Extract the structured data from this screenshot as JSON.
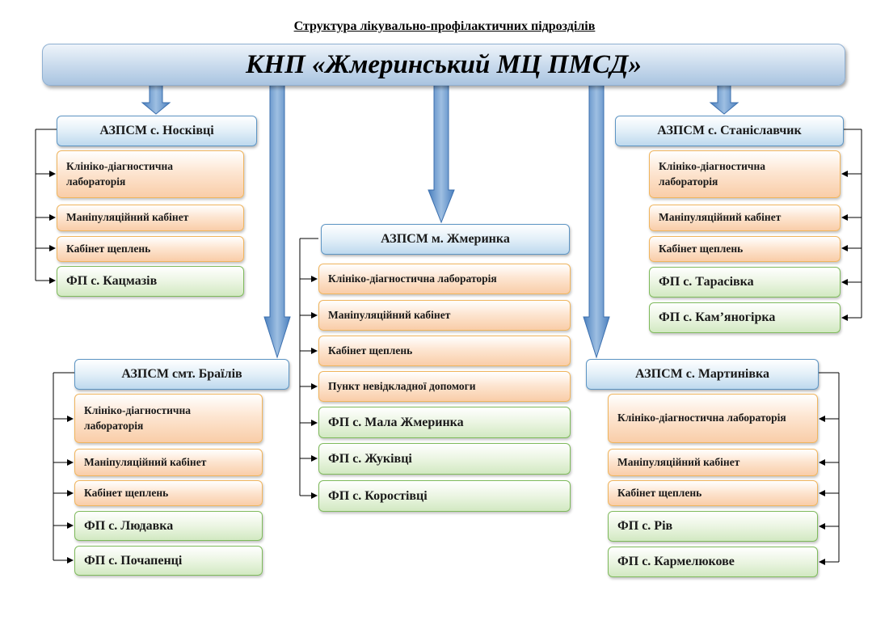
{
  "title": "Структура лікувально-профілактичних підрозділів",
  "root": "КНП «Жмеринський МЦ ПМСД»",
  "branches": [
    {
      "header": "АЗПСМ с. Носківці",
      "items": [
        {
          "label": "Клініко-діагностична лабораторія",
          "kind": "unit"
        },
        {
          "label": "Маніпуляційний кабінет",
          "kind": "unit"
        },
        {
          "label": "Кабінет щеплень",
          "kind": "unit"
        },
        {
          "label": "ФП с. Кацмазів",
          "kind": "fp"
        }
      ]
    },
    {
      "header": "АЗПСМ смт. Браїлів",
      "items": [
        {
          "label": "Клініко-діагностична лабораторія",
          "kind": "unit"
        },
        {
          "label": "Маніпуляційний кабінет",
          "kind": "unit"
        },
        {
          "label": "Кабінет щеплень",
          "kind": "unit"
        },
        {
          "label": "ФП с. Людавка",
          "kind": "fp"
        },
        {
          "label": "ФП с. Почапенці",
          "kind": "fp"
        }
      ]
    },
    {
      "header": "АЗПСМ м. Жмеринка",
      "items": [
        {
          "label": "Клініко-діагностична лабораторія",
          "kind": "unit"
        },
        {
          "label": "Маніпуляційний кабінет",
          "kind": "unit"
        },
        {
          "label": "Кабінет щеплень",
          "kind": "unit"
        },
        {
          "label": "Пункт невідкладної допомоги",
          "kind": "unit"
        },
        {
          "label": "ФП с. Мала Жмеринка",
          "kind": "fp"
        },
        {
          "label": "ФП с. Жуківці",
          "kind": "fp"
        },
        {
          "label": "ФП с. Коростівці",
          "kind": "fp"
        }
      ]
    },
    {
      "header": "АЗПСМ с. Станіславчик",
      "items": [
        {
          "label": "Клініко-діагностична лабораторія",
          "kind": "unit"
        },
        {
          "label": "Маніпуляційний кабінет",
          "kind": "unit"
        },
        {
          "label": "Кабінет щеплень",
          "kind": "unit"
        },
        {
          "label": "ФП с. Тарасівка",
          "kind": "fp"
        },
        {
          "label": "ФП с. Кам’яногірка",
          "kind": "fp"
        }
      ]
    },
    {
      "header": "АЗПСМ с. Мартинівка",
      "items": [
        {
          "label": "Клініко-діагностична лабораторія",
          "kind": "unit"
        },
        {
          "label": "Маніпуляційний кабінет",
          "kind": "unit"
        },
        {
          "label": "Кабінет щеплень",
          "kind": "unit"
        },
        {
          "label": "ФП с. Рів",
          "kind": "fp"
        },
        {
          "label": "ФП с. Кармелюкове",
          "kind": "fp"
        }
      ]
    }
  ]
}
